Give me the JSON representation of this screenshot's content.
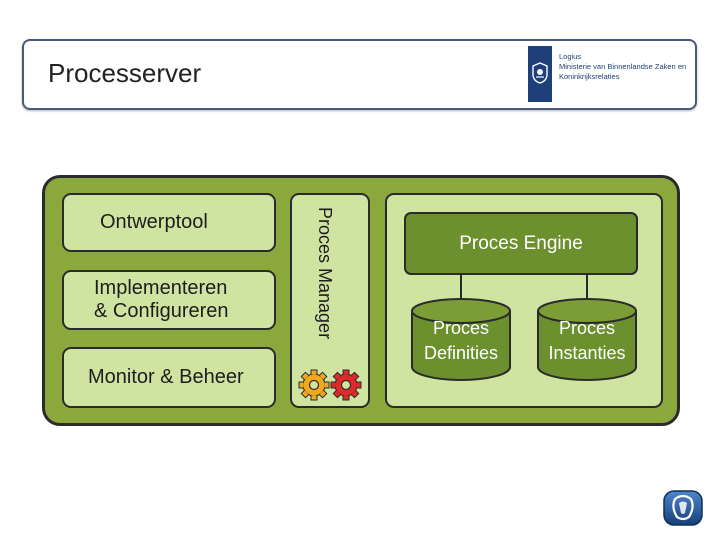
{
  "header": {
    "title": "Processerver",
    "logo": {
      "lines": [
        "Logius",
        "Ministerie van Binnenlandse Zaken en",
        "Koninkrijksrelaties"
      ]
    }
  },
  "diagram": {
    "tools": [
      "Ontwerptool",
      "Implementeren\n& Configureren",
      "Monitor & Beheer"
    ],
    "manager_label": "Proces Manager",
    "engine_label": "Proces Engine",
    "stores": [
      {
        "line1": "Proces",
        "line2": "Definities"
      },
      {
        "line1": "Proces",
        "line2": "Instanties"
      }
    ]
  },
  "colors": {
    "outer_green": "#8aa83b",
    "light_green": "#d0e4a2",
    "engine_green": "#6d902e",
    "gear_orange": "#f2a81c",
    "gear_red": "#e02a2a",
    "logo_blue": "#1f3f7a"
  }
}
